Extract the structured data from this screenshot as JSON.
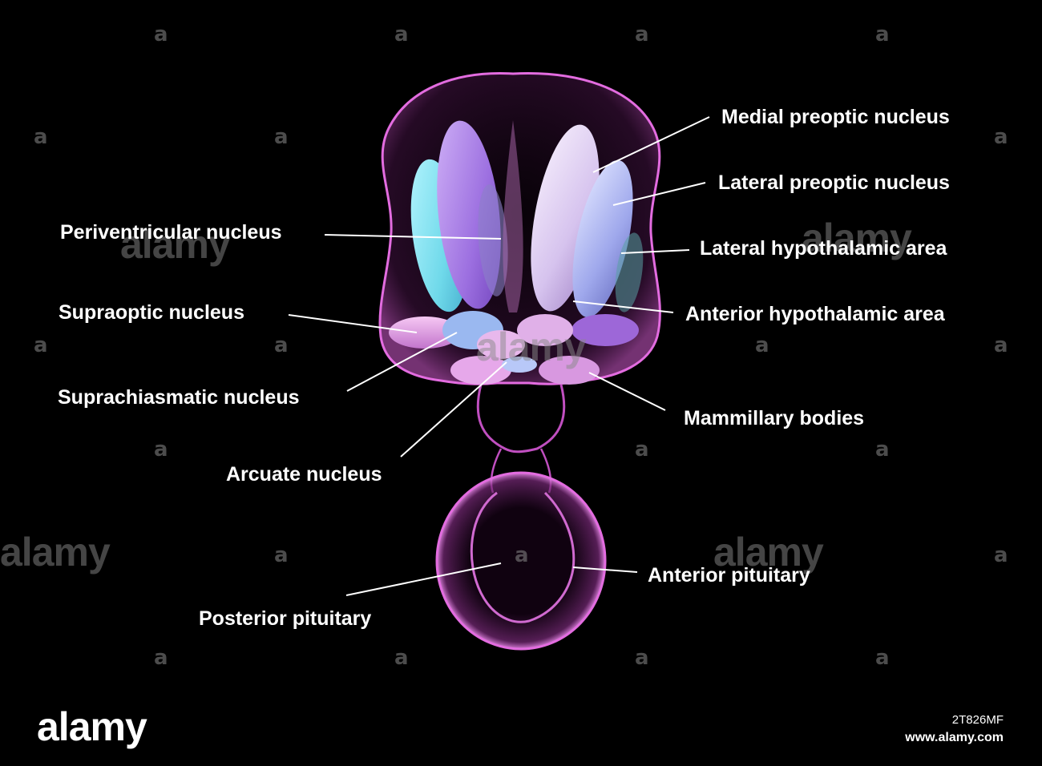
{
  "labels": {
    "medial_preoptic": "Medial preoptic nucleus",
    "lateral_preoptic": "Lateral preoptic nucleus",
    "lateral_hypothalamic": "Lateral hypothalamic area",
    "anterior_hypothalamic": "Anterior hypothalamic area",
    "mammillary": "Mammillary bodies",
    "anterior_pituitary": "Anterior pituitary",
    "periventricular": "Periventricular nucleus",
    "supraoptic": "Supraoptic nucleus",
    "suprachiasmatic": "Suprachiasmatic nucleus",
    "arcuate": "Arcuate nucleus",
    "posterior_pituitary": "Posterior pituitary"
  },
  "watermark": {
    "glyph": "a",
    "word": "alamy"
  },
  "branding": {
    "logo": "alamy",
    "image_id": "2T826MF",
    "url": "www.alamy.com"
  },
  "colors": {
    "background": "#000000",
    "capsule": "#e36ce0",
    "cyan_nucleus": "#7de6f0",
    "purple_nucleus": "#a77be8",
    "lavender_nucleus": "#d9c8f0",
    "periwinkle_nucleus": "#9ea8f0",
    "pink_nucleus": "#e0a0e6",
    "leader_line": "#ffffff"
  }
}
